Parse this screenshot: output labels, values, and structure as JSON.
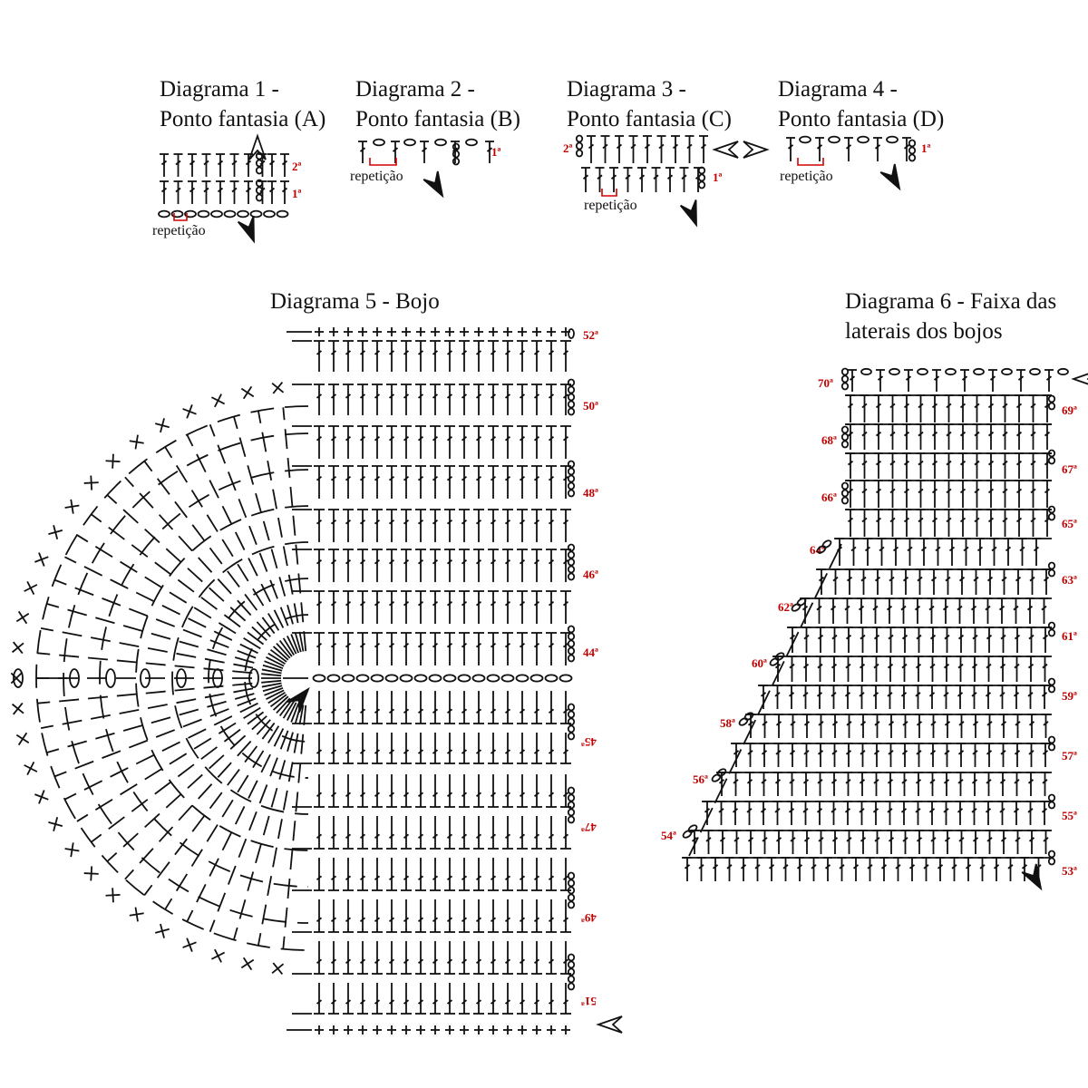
{
  "diagrams": [
    {
      "id": "d1",
      "title_line1": "Diagrama 1 -",
      "title_line2": "Ponto fantasia (A)",
      "repeat_label": "repetição",
      "row_labels": [
        "2ª",
        "1ª"
      ]
    },
    {
      "id": "d2",
      "title_line1": "Diagrama 2 -",
      "title_line2": "Ponto fantasia (B)",
      "repeat_label": "repetição",
      "row_labels": [
        "1ª"
      ]
    },
    {
      "id": "d3",
      "title_line1": "Diagrama 3 -",
      "title_line2": "Ponto fantasia (C)",
      "repeat_label": "repetição",
      "row_labels": [
        "2ª",
        "1ª"
      ]
    },
    {
      "id": "d4",
      "title_line1": "Diagrama 4 -",
      "title_line2": "Ponto fantasia (D)",
      "repeat_label": "repetição",
      "row_labels": [
        "1ª"
      ]
    },
    {
      "id": "d5",
      "title": "Diagrama 5 - Bojo",
      "row_labels_upper": [
        "52ª",
        "50ª",
        "48ª",
        "46ª",
        "44ª"
      ],
      "row_labels_lower": [
        "45ª",
        "47ª",
        "49ª",
        "51ª"
      ]
    },
    {
      "id": "d6",
      "title_line1": "Diagrama 6 - Faixa das",
      "title_line2": "laterais dos bojos",
      "row_labels_left": [
        "70ª",
        "68ª",
        "66ª",
        "64ª",
        "62ª",
        "60ª",
        "58ª",
        "56ª",
        "54ª"
      ],
      "row_labels_right": [
        "69ª",
        "67ª",
        "65ª",
        "63ª",
        "61ª",
        "59ª",
        "57ª",
        "55ª",
        "53ª"
      ]
    }
  ],
  "colors": {
    "ink": "#111111",
    "row_number": "#c00000"
  }
}
